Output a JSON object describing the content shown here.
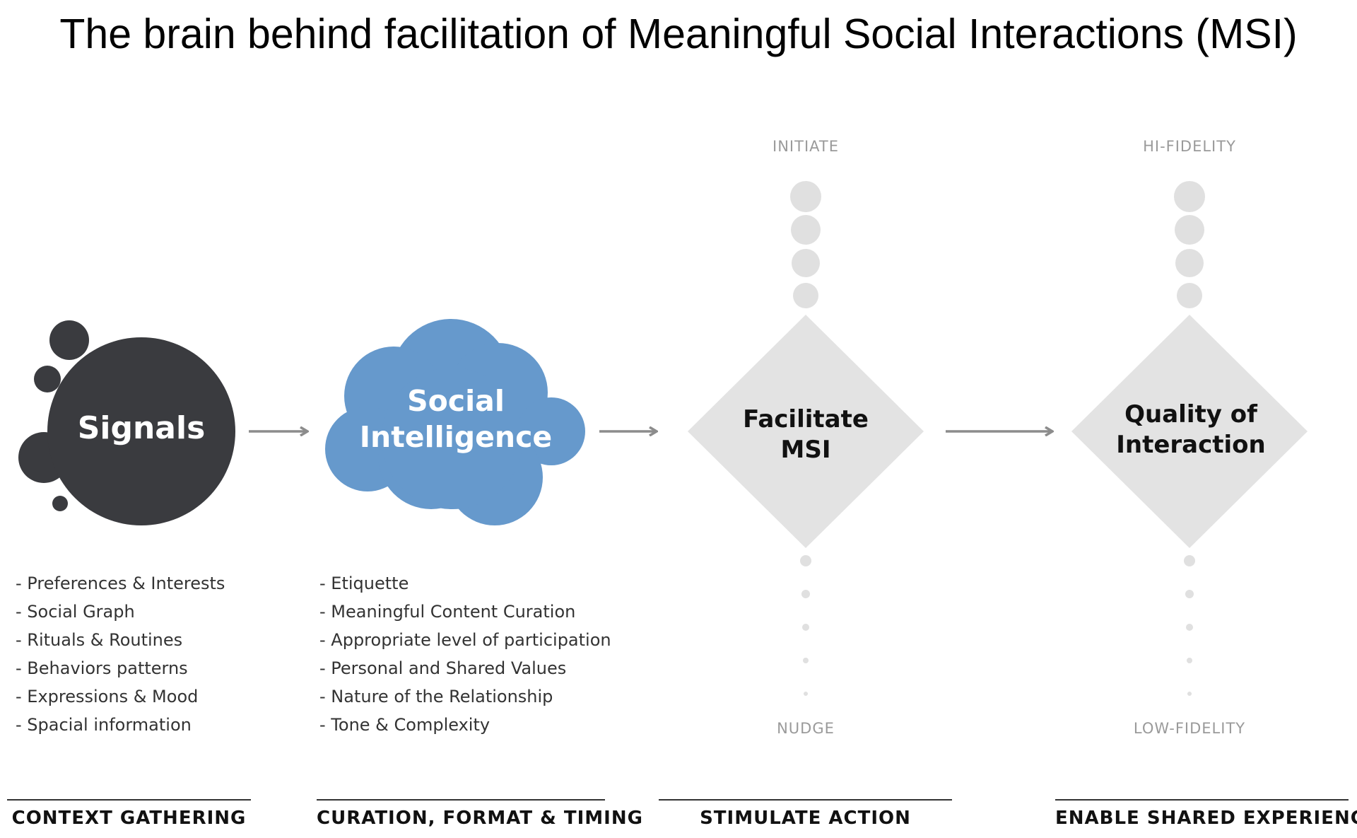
{
  "title": "The brain behind facilitation of Meaningful Social Interactions (MSI)",
  "nodes": {
    "signals": "Signals",
    "social_intelligence": "Social Intelligence",
    "facilitate": "Facilitate MSI",
    "quality": "Quality of Interaction"
  },
  "scales": {
    "facilitate_top": "INITIATE",
    "facilitate_bottom": "NUDGE",
    "quality_top": "HI-FIDELITY",
    "quality_bottom": "LOW-FIDELITY"
  },
  "lists": {
    "signals": [
      "Preferences & Interests",
      "Social Graph",
      "Rituals & Routines",
      "Behaviors patterns",
      "Expressions & Mood",
      "Spacial information"
    ],
    "social_intelligence": [
      "Etiquette",
      "Meaningful Content Curation",
      "Appropriate level of participation",
      "Personal and Shared Values",
      "Nature of the Relationship",
      "Tone & Complexity"
    ]
  },
  "stages": [
    "CONTEXT GATHERING",
    "CURATION, FORMAT & TIMING",
    "STIMULATE ACTION",
    "ENABLE SHARED EXPERIENCE"
  ],
  "colors": {
    "signals": "#3a3b3f",
    "cloud": "#6699cc",
    "diamond": "#e3e3e3",
    "dots": "#e0e0e0",
    "arrow": "#8c8c8c"
  }
}
